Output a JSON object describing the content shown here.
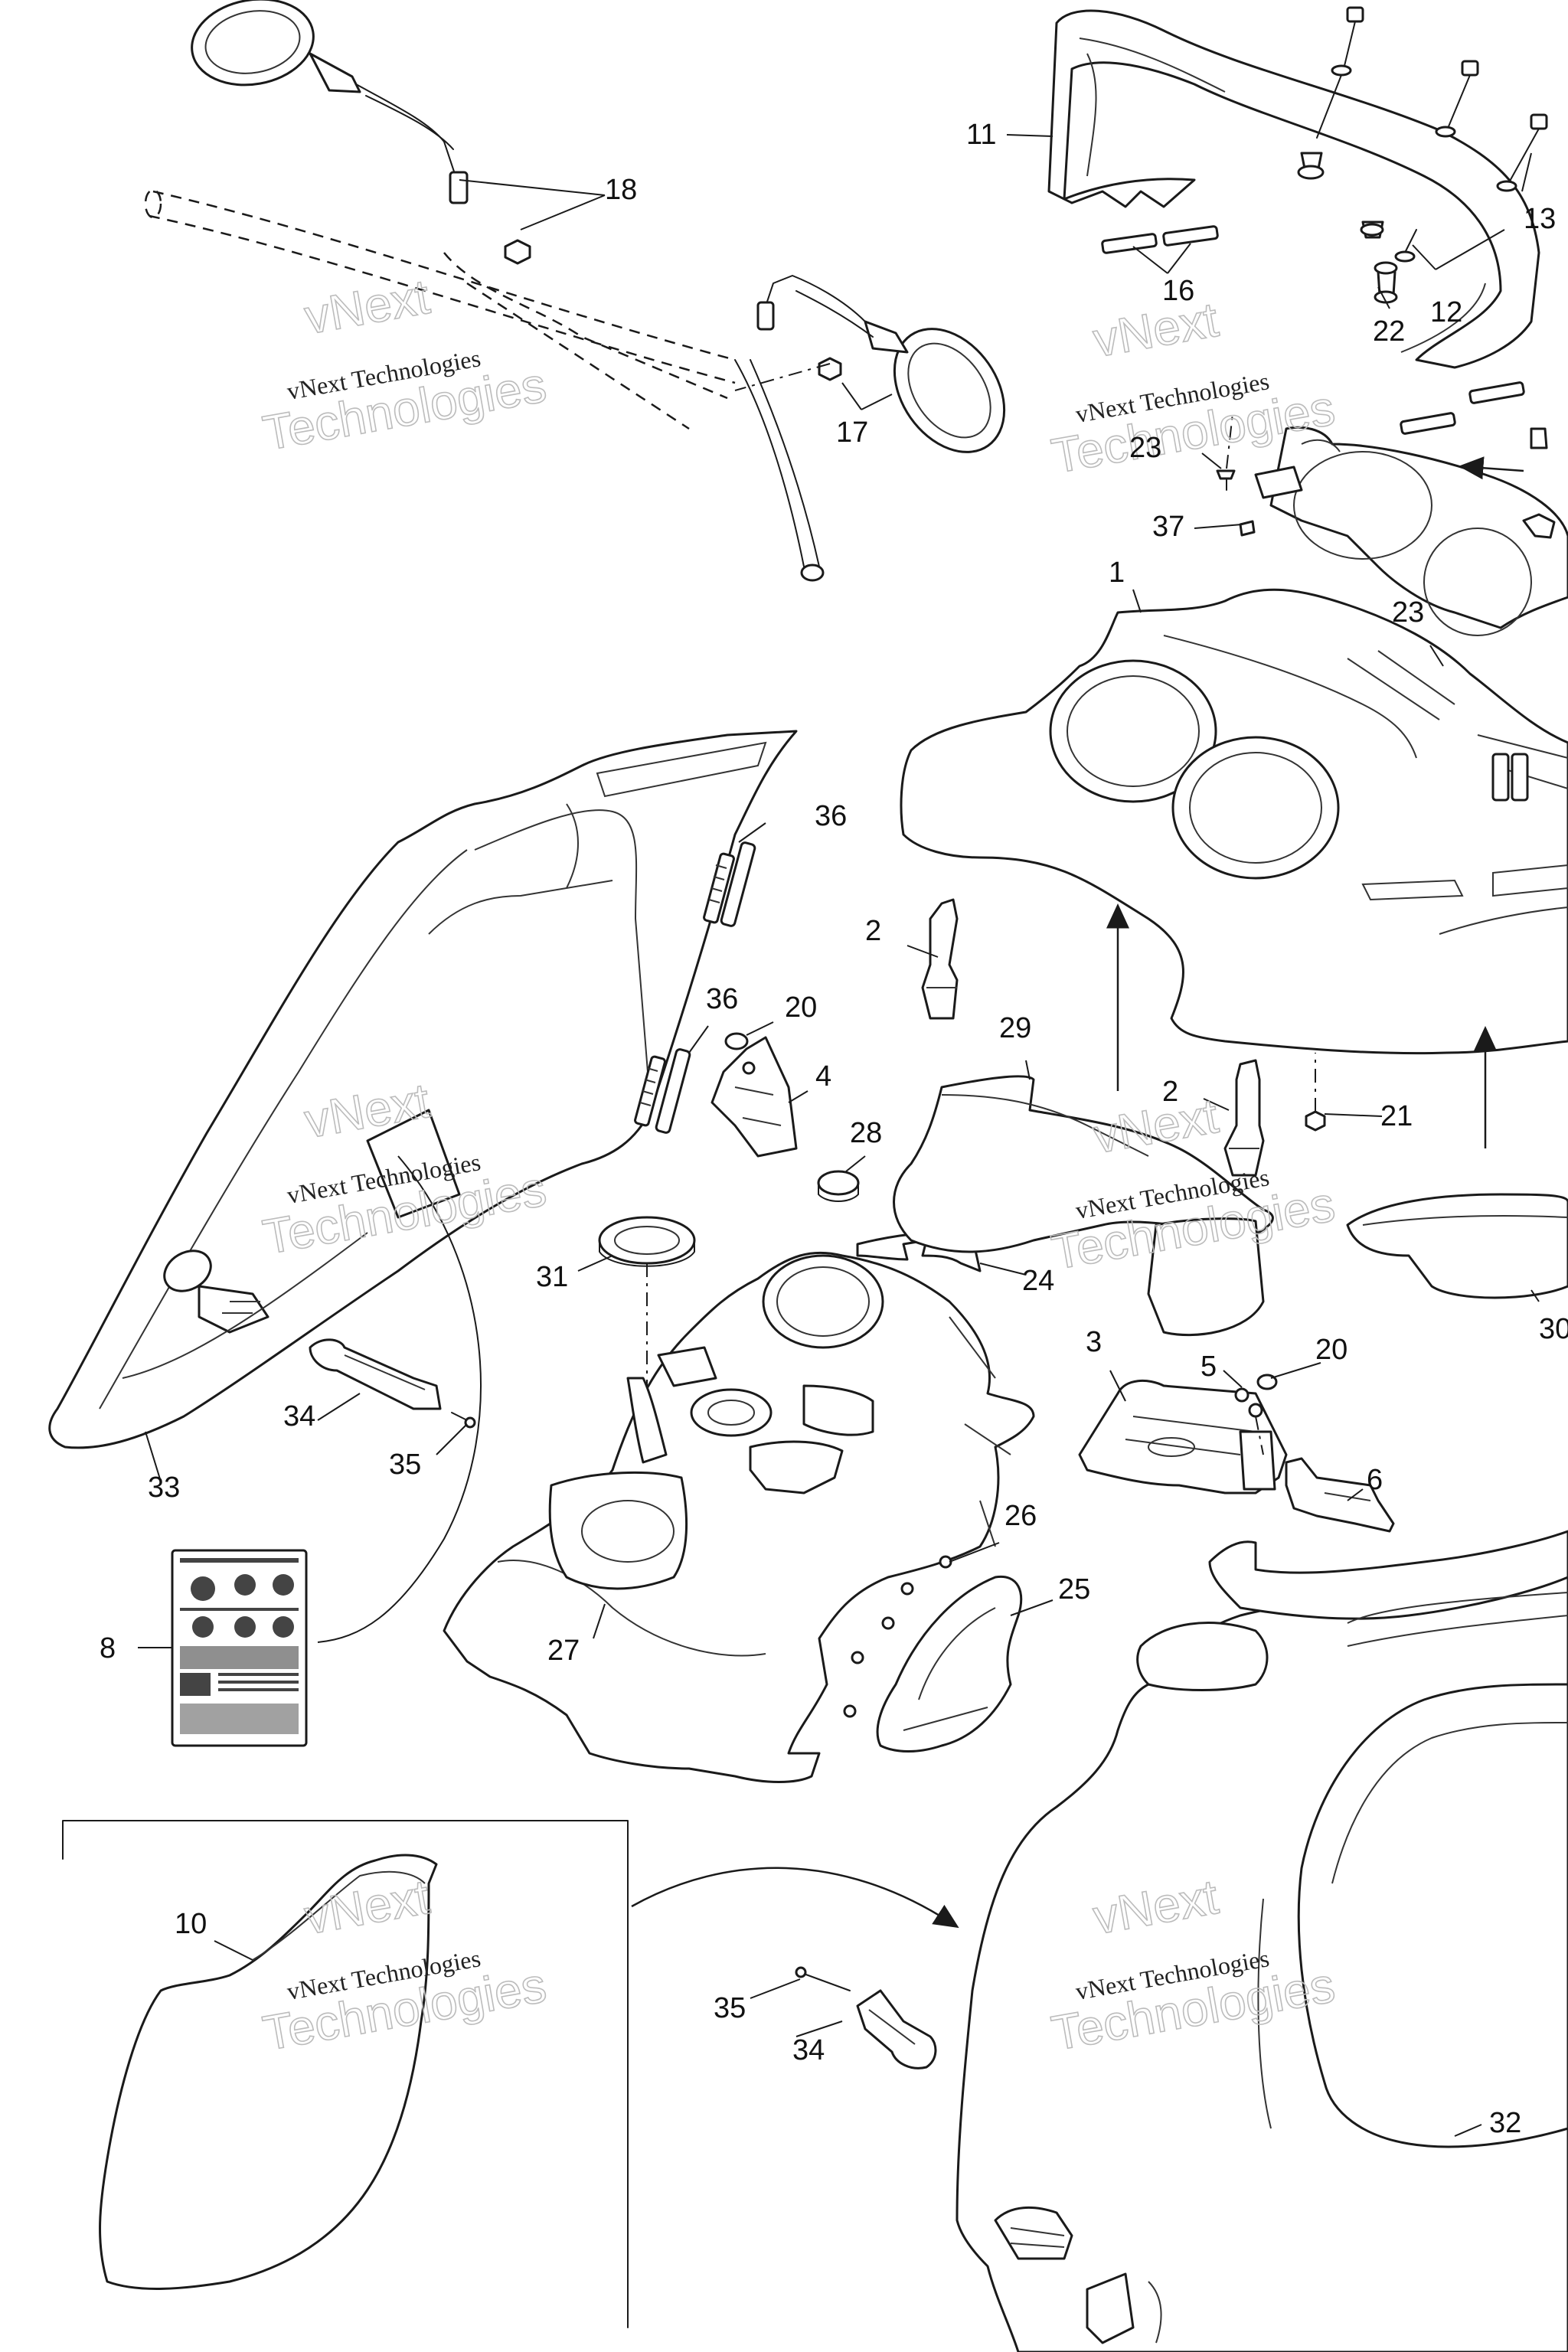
{
  "watermark": {
    "line1": "vNext Technologies",
    "line2_a": "vNext",
    "line2_b": "Technologies"
  },
  "callouts": {
    "c1": "1",
    "c2a": "2",
    "c2b": "2",
    "c3": "3",
    "c4": "4",
    "c5": "5",
    "c6": "6",
    "c8": "8",
    "c10": "10",
    "c11": "11",
    "c12": "12",
    "c13": "13",
    "c16": "16",
    "c17": "17",
    "c18": "18",
    "c20a": "20",
    "c20b": "20",
    "c21": "21",
    "c22": "22",
    "c23a": "23",
    "c23b": "23",
    "c24": "24",
    "c25": "25",
    "c26": "26",
    "c27": "27",
    "c28": "28",
    "c29": "29",
    "c30": "30",
    "c31": "31",
    "c32": "32",
    "c33": "33",
    "c34a": "34",
    "c34b": "34",
    "c35a": "35",
    "c35b": "35",
    "c36a": "36",
    "c36b": "36",
    "c37": "37"
  },
  "icons": {
    "decal": "warning-decal-icon",
    "arrow": "assembly-arrow-icon"
  },
  "colors": {
    "ink": "#1a1a1a",
    "paper": "#ffffff",
    "watermark_outline": "#bcbcbc"
  }
}
